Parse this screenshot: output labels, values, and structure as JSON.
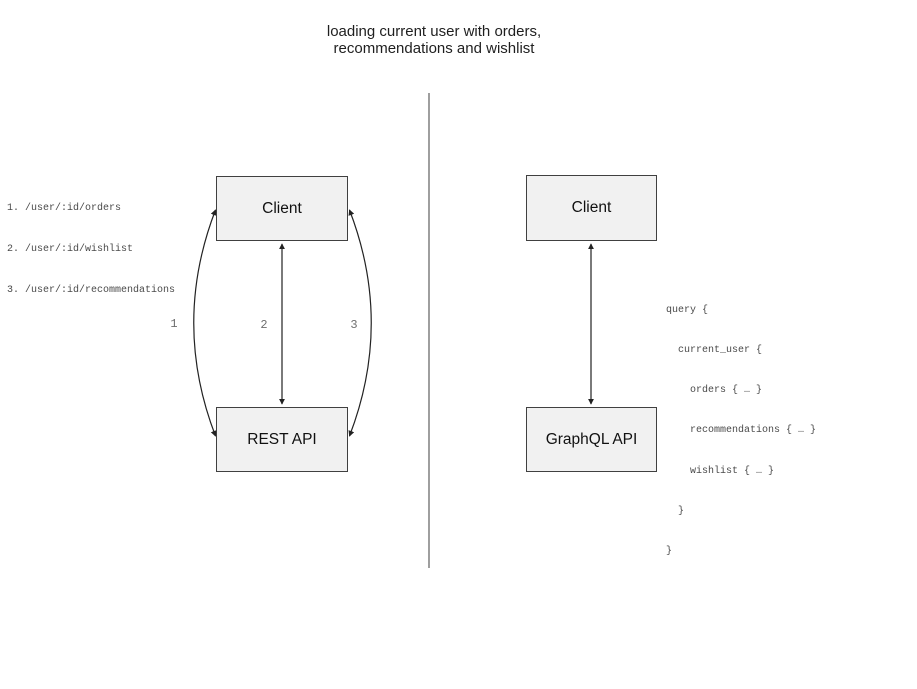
{
  "title": {
    "line1": "loading current user with orders,",
    "line2": "recommendations and wishlist"
  },
  "left_panel": {
    "endpoints": [
      "1. /user/:id/orders",
      "2. /user/:id/wishlist",
      "3. /user/:id/recommendations"
    ],
    "client_label": "Client",
    "api_label": "REST API",
    "arrow_labels": {
      "one": "1",
      "two": "2",
      "three": "3"
    }
  },
  "right_panel": {
    "client_label": "Client",
    "api_label": "GraphQL API",
    "query_lines": [
      "query {",
      "  current_user {",
      "    orders { … }",
      "    recommendations { … }",
      "    wishlist { … }",
      "  }",
      "}"
    ]
  },
  "colors": {
    "box_fill": "#f1f1f1",
    "box_border": "#404040",
    "arrow_stroke": "#222222",
    "divider_stroke": "#5f5f5f",
    "muted_code_text": "#4a4a4a",
    "arrow_label_gray": "#6e6e6e"
  }
}
